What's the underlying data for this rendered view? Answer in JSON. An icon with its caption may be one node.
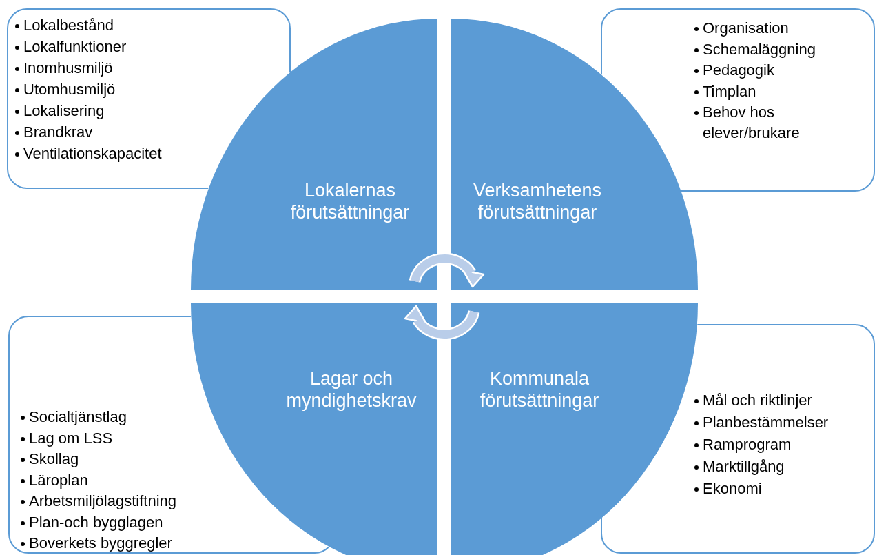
{
  "diagram": {
    "nodes": [
      {
        "text": [
          "Lokalbestånd",
          "Lokalfunktioner",
          "Inomhusmiljö",
          "Utomhusmiljö",
          "Lokalisering",
          "Brandkrav",
          "Ventilationskapacitet"
        ]
      },
      {
        "text": [
          "Organisation",
          "Schemaläggning",
          "Pedagogik",
          "Timplan",
          "Behov hos elever/brukare"
        ]
      },
      {
        "text": [
          "Lokalernas förutsättningar"
        ]
      },
      {
        "text": [
          "Verksamhetens förutsättningar"
        ]
      },
      {
        "text": [
          "Lagar och myndighetskrav"
        ]
      },
      {
        "text": [
          "Kommunala förutsättningar"
        ]
      },
      {
        "text": [
          "Socialtjänstlag",
          "Lag om LSS",
          "Skollag",
          "Läroplan",
          "Arbetsmiljölagstiftning",
          "Plan-och bygglagen",
          "Boverkets byggregler"
        ]
      },
      {
        "text": [
          "Mål och riktlinjer",
          "Planbestämmelser",
          "Ramprogram",
          "Marktillgång",
          "Ekonomi"
        ]
      }
    ]
  }
}
